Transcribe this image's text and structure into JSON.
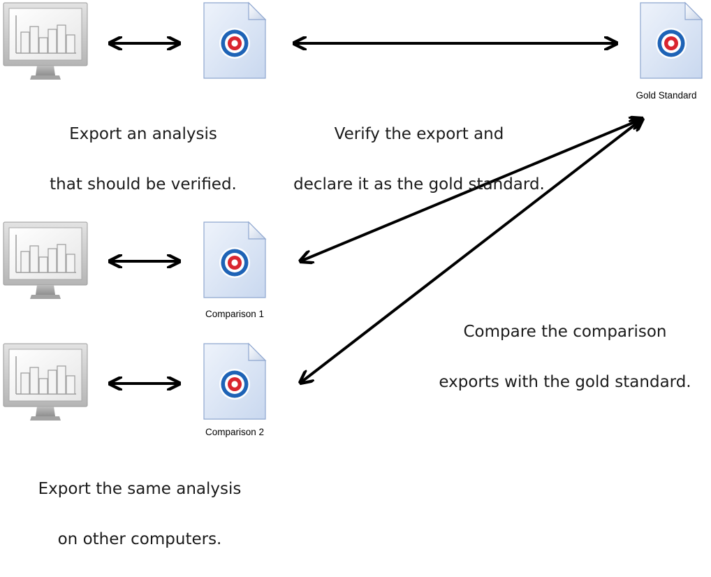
{
  "labels": {
    "gold_standard": "Gold Standard",
    "comparison_1": "Comparison 1",
    "comparison_2": "Comparison 2"
  },
  "captions": {
    "export_line1": "Export an analysis",
    "export_line2": "that should be verified.",
    "verify_line1": "Verify the export and",
    "verify_line2": "declare it as the gold standard.",
    "compare_line1": "Compare the comparison",
    "compare_line2": "exports with the gold standard.",
    "other_line1": "Export the same analysis",
    "other_line2": "on other computers."
  },
  "icons": {
    "computer": "monitor-with-bar-chart-icon",
    "file": "target-document-icon"
  },
  "colors": {
    "target_red": "#d9252f",
    "target_blue": "#1e63b6",
    "arrow": "#000000",
    "monitor_frame": "#c8c8c8"
  }
}
